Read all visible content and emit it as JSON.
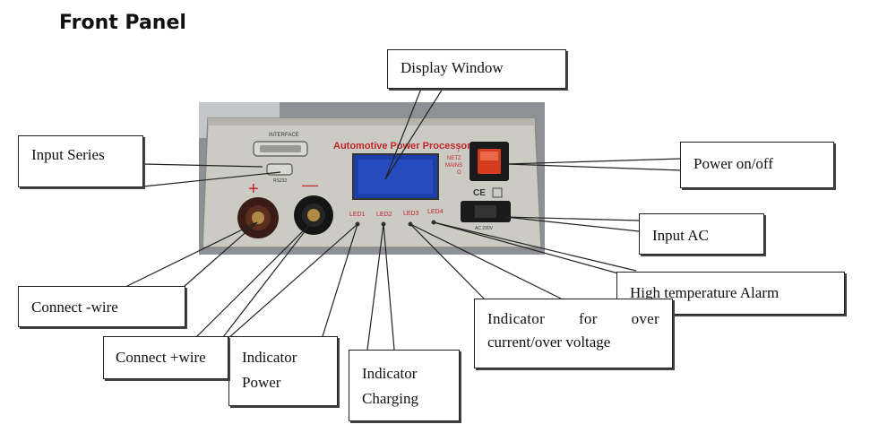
{
  "page_title": "Front Panel",
  "device": {
    "panel_header": "Automotive Power Processor",
    "interface_label": "INTERFACE",
    "rs232_label": "RS232",
    "plus_symbol": "+",
    "minus_symbol": "—",
    "leds": [
      "LED1",
      "LED2",
      "LED3",
      "LED4"
    ],
    "mains_label": [
      "I",
      "NETZ",
      "MAINS",
      "O"
    ],
    "ce_mark": "CE",
    "ac_label": "AC 230V"
  },
  "callouts": {
    "display_window": "Display Window",
    "input_series": "Input Series",
    "power_onoff": "Power on/off",
    "input_ac": "Input AC",
    "high_temp": "High temperature Alarm",
    "over_current_line1": "Indicator for over",
    "over_current_line2": "current/over voltage",
    "charging_line1": "Indicator",
    "charging_line2": "Charging",
    "power_ind_line1": "Indicator",
    "power_ind_line2": "Power",
    "connect_plus": "Connect +wire",
    "connect_minus": "Connect -wire"
  },
  "colors": {
    "panel": "#c9c9c2",
    "display": "#1d3ea8",
    "header_text": "#c0262a",
    "switch": "#d63a1f"
  }
}
